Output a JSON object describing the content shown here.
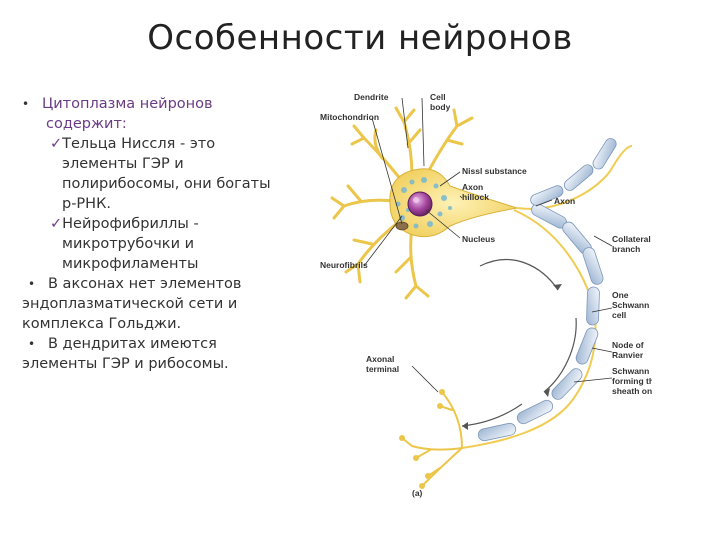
{
  "slide": {
    "title": "Особенности нейронов",
    "bullets": {
      "b1_line1": "Цитоплазма нейронов",
      "b1_line2": "содержит:",
      "sub1_line1": "Тельца Ниссля - это",
      "sub1_line2": "элементы ГЭР и",
      "sub1_line3": "полирибосомы, они богаты",
      "sub1_line4": "р-РНК.",
      "sub2_line1": "Нейрофибриллы  -",
      "sub2_line2": "микротрубочки и",
      "sub2_line3": "микрофиламенты",
      "b2_line1": "В аксонах нет элементов",
      "b2_line2": "эндоплазматической сети и",
      "b2_line3": "комплекса Гольджи.",
      "b3_line1": "В дендритах имеются",
      "b3_line2": "элементы ГЭР и рибосомы."
    }
  },
  "diagram": {
    "labels": {
      "dendrite": "Dendrite",
      "cell": "Cell",
      "body": "body",
      "mitochondrion": "Mitochondrion",
      "nissl": "Nissl substance",
      "axon_hillock_1": "Axon",
      "axon_hillock_2": "hillock",
      "axon": "Axon",
      "nucleus": "Nucleus",
      "collateral_1": "Collateral",
      "collateral_2": "branch",
      "neurofibrils": "Neurofibrils",
      "one": "One",
      "schwann": "Schwann",
      "cell2": "cell",
      "node_1": "Node of",
      "node_2": "Ranvier",
      "axonal_1": "Axonal",
      "axonal_2": "terminal",
      "sc_1": "Schwann cells,",
      "sc_2": "forming the myelin",
      "sc_3": "sheath on axon",
      "panel": "(a)"
    }
  }
}
